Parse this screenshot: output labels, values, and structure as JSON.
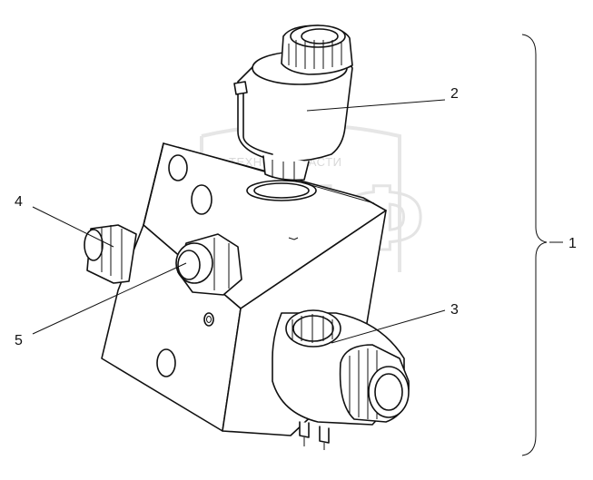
{
  "watermark": {
    "text_top": "ТЕХНО  ЗАПЧАСТИ",
    "logo_letters": "ЭПФ"
  },
  "callouts": [
    {
      "id": "1",
      "label": "1"
    },
    {
      "id": "2",
      "label": "2"
    },
    {
      "id": "3",
      "label": "3"
    },
    {
      "id": "4",
      "label": "4"
    },
    {
      "id": "5",
      "label": "5"
    }
  ]
}
